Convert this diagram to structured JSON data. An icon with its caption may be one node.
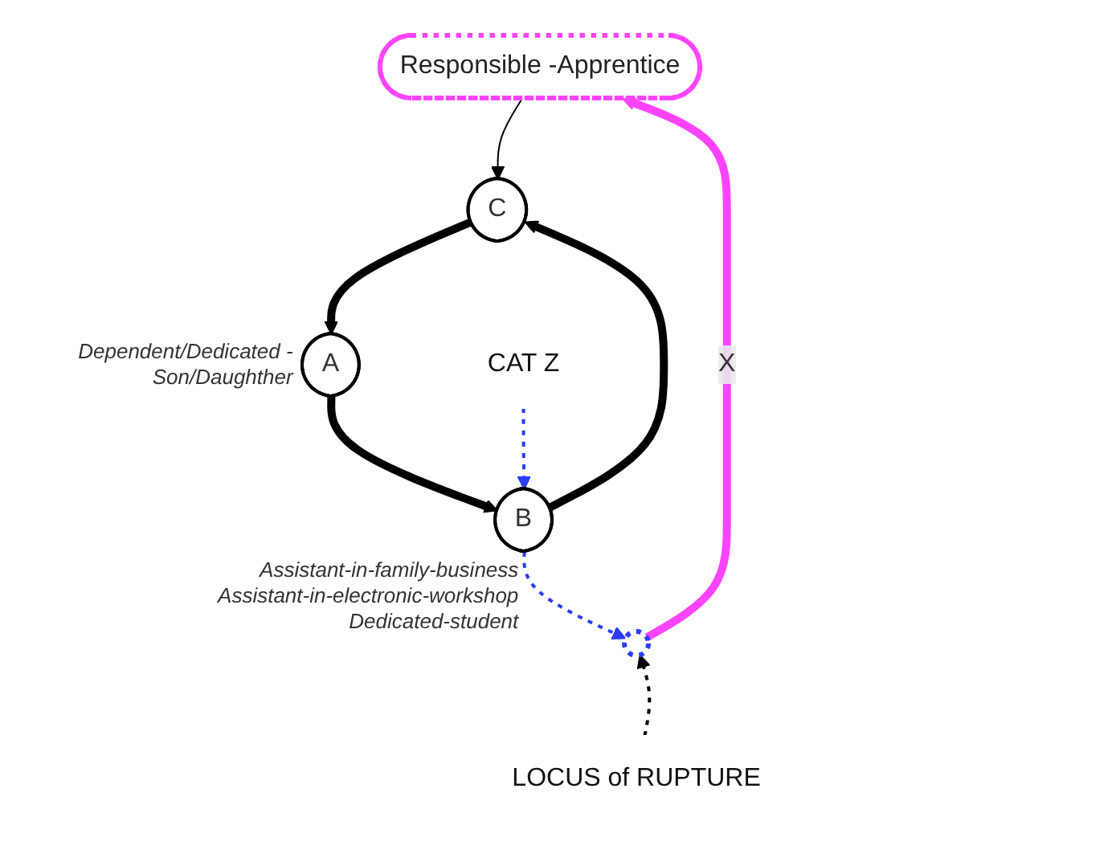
{
  "diagram": {
    "nodes": [
      {
        "text": [
          "Responsible -Apprentice"
        ]
      },
      {
        "text": [
          "C"
        ]
      },
      {
        "text": [
          "A"
        ],
        "beside": [
          "Dependent/Dedicated -Son/Daughther"
        ]
      },
      {
        "text": [
          "B"
        ],
        "beside": [
          "Assistant-in-family-business",
          "Assistant-in-electronic-workshop",
          "Dedicated-student"
        ]
      },
      {
        "text": [],
        "shape": "circle"
      },
      {
        "text": [
          "CAT  Z"
        ]
      },
      {
        "text": [
          "LOCUS of RUPTURE"
        ]
      }
    ],
    "edges": [
      {
        "from": 0,
        "to": 1,
        "arrow": "to"
      },
      {
        "from": 1,
        "to": 2,
        "arrow": "to",
        "style": "thick"
      },
      {
        "from": 2,
        "to": 3,
        "arrow": "to",
        "style": "thick"
      },
      {
        "from": 3,
        "to": 1,
        "arrow": "to",
        "style": "thick"
      },
      {
        "from": 4,
        "to": 0,
        "arrow": "to",
        "label": "X",
        "style": "thick",
        "color": "#ff44ff"
      },
      {
        "from": 5,
        "to": 3,
        "arrow": "to",
        "style": "dashed",
        "color": "#2a3cff"
      },
      {
        "from": 3,
        "to": 4,
        "arrow": "to",
        "style": "dashed",
        "color": "#2a3cff"
      },
      {
        "from": 6,
        "to": 4,
        "arrow": "to",
        "style": "dashed"
      }
    ]
  }
}
